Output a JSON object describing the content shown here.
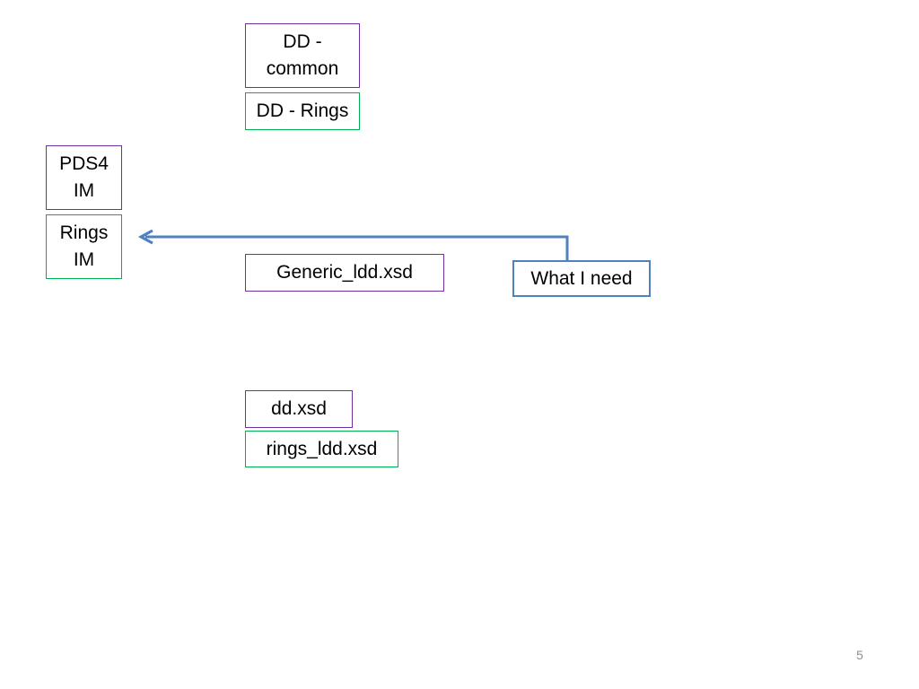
{
  "boxes": {
    "dd_common": "DD -\ncommon",
    "dd_rings": "DD - Rings",
    "pds4_im": "PDS4\nIM",
    "rings_im": "Rings\nIM",
    "generic_ldd": "Generic_ldd.xsd",
    "what_i_need": "What I need",
    "dd_xsd": "dd.xsd",
    "rings_ldd": "rings_ldd.xsd"
  },
  "colors": {
    "purple_border": "#7030a0",
    "green_border": "#00b050",
    "blue_border": "#4f81bd",
    "arrow": "#4f81bd",
    "slide_number": "#8c8c8c"
  },
  "connector": {
    "from": "what_i_need",
    "to": "rings_im",
    "style": "elbow-arrow"
  },
  "slide_number": "5"
}
